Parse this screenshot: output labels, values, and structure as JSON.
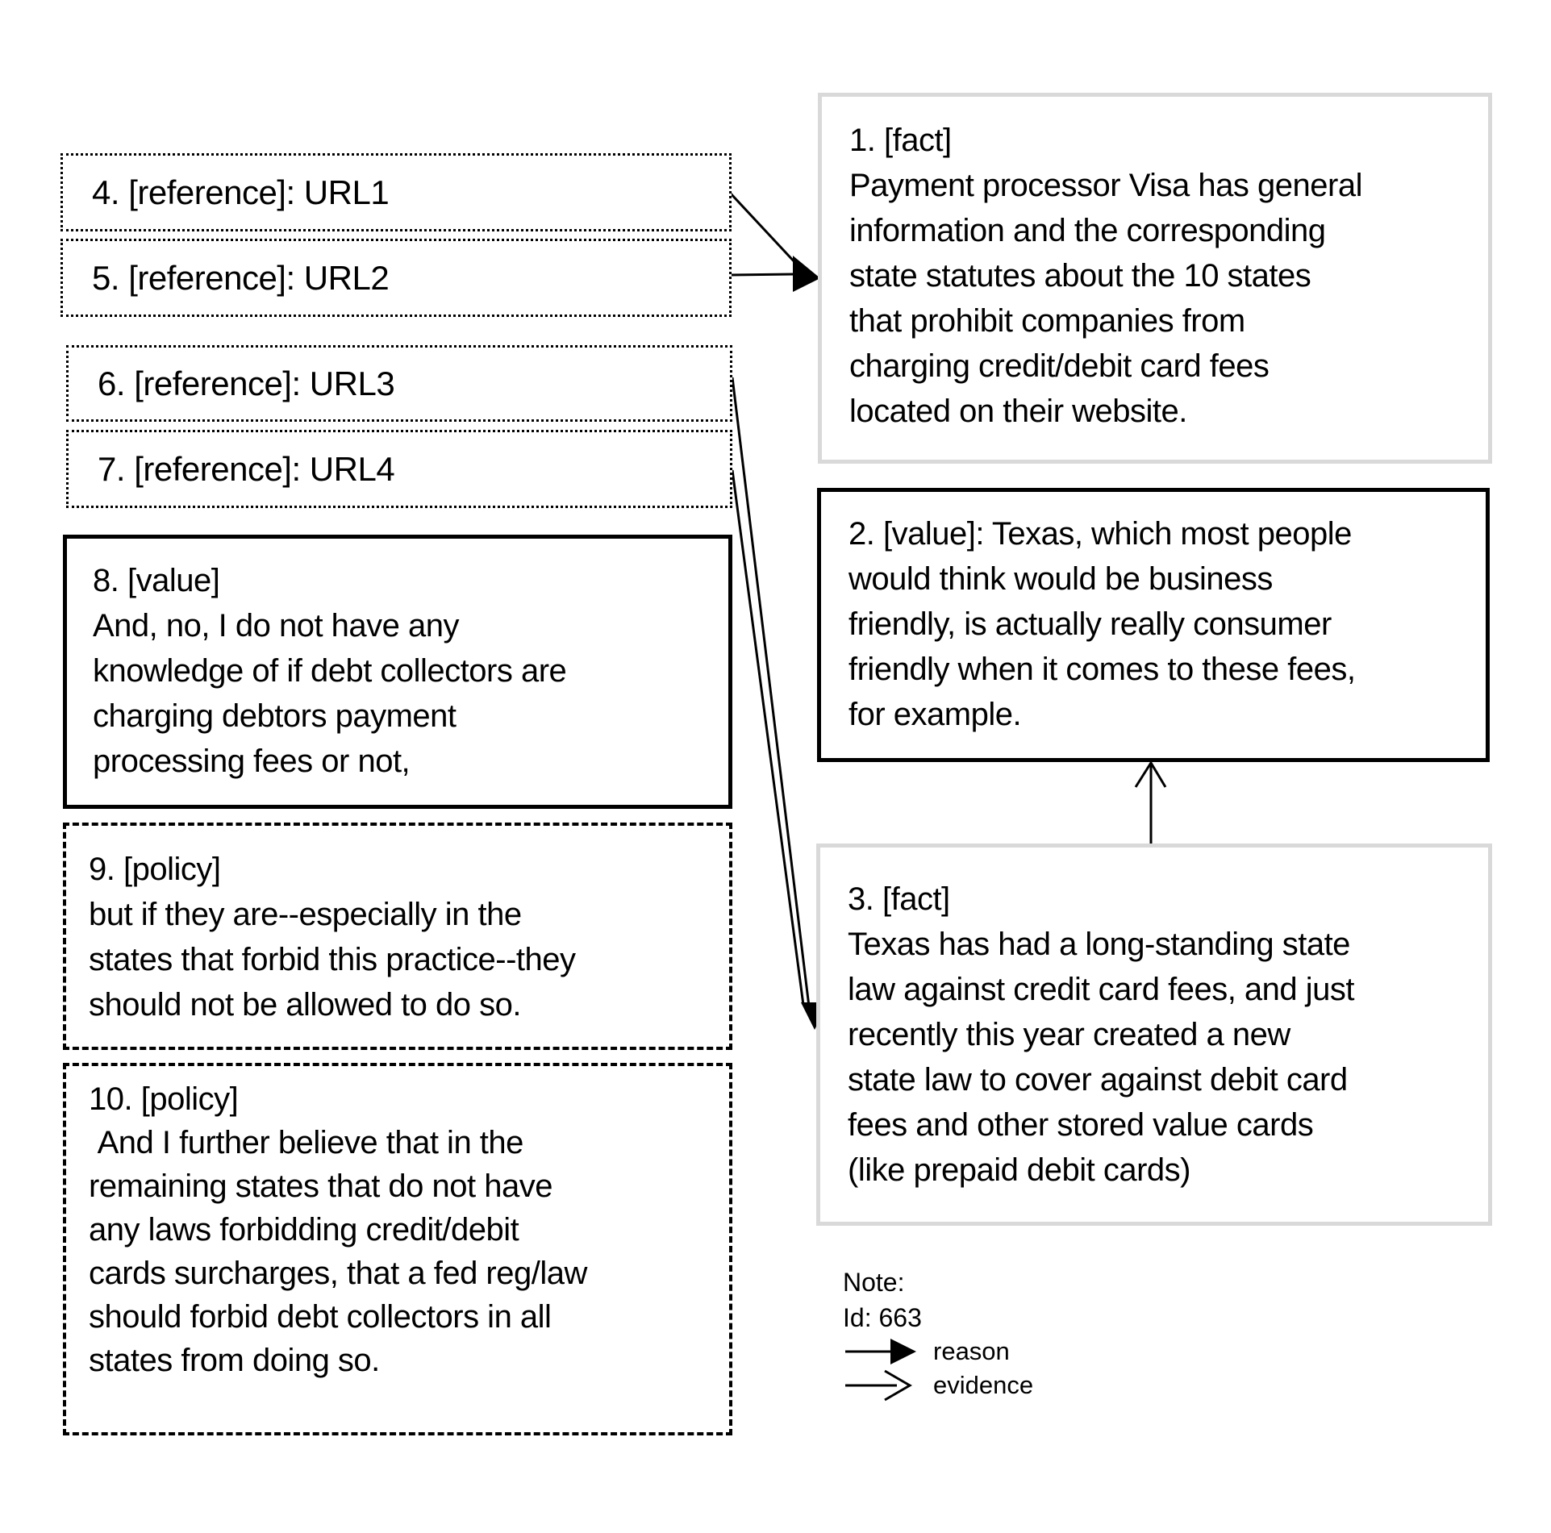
{
  "nodes": {
    "fact1": {
      "type": "fact",
      "text": "1. [fact]\nPayment processor Visa has general\ninformation and the corresponding\nstate statutes about the 10 states\nthat prohibit companies from\ncharging credit/debit card fees\nlocated on their website."
    },
    "value2": {
      "type": "value",
      "text": "2. [value]: Texas, which most people\nwould think would be business\nfriendly, is actually really consumer\nfriendly when it comes to these fees,\nfor example."
    },
    "fact3": {
      "type": "fact",
      "text": "3. [fact]\nTexas has had a long-standing state\nlaw against credit card fees, and just\nrecently this year created a new\nstate law to cover against debit card\nfees and other stored value cards\n(like prepaid debit cards)"
    },
    "ref4": {
      "type": "reference",
      "text": "4. [reference]: URL1"
    },
    "ref5": {
      "type": "reference",
      "text": "5. [reference]: URL2"
    },
    "ref6": {
      "type": "reference",
      "text": "6. [reference]: URL3"
    },
    "ref7": {
      "type": "reference",
      "text": "7. [reference]: URL4"
    },
    "value8": {
      "type": "value",
      "text": "8. [value]\nAnd, no, I do not have any\nknowledge of if debt collectors are\ncharging debtors payment\nprocessing fees or not,"
    },
    "policy9": {
      "type": "policy",
      "text": "9. [policy]\nbut if they are--especially in the\nstates that forbid this practice--they\nshould not be allowed to do so."
    },
    "policy10": {
      "type": "policy",
      "text": "10. [policy]\n And I further believe that in the\nremaining states that do not have\nany laws forbidding credit/debit\ncards surcharges, that a fed reg/law\nshould forbid debt collectors in all\nstates from doing so."
    }
  },
  "edges": [
    {
      "from": "4",
      "to": "1",
      "type": "reason"
    },
    {
      "from": "5",
      "to": "1",
      "type": "reason"
    },
    {
      "from": "6",
      "to": "3",
      "type": "reason"
    },
    {
      "from": "7",
      "to": "3",
      "type": "reason"
    },
    {
      "from": "3",
      "to": "2",
      "type": "evidence"
    }
  ],
  "legend": {
    "note": "Note:",
    "id": "Id: 663",
    "reason": "reason",
    "evidence": "evidence"
  },
  "colors": {
    "fact_border": "#d9d9d9",
    "value_border": "#000000",
    "line": "#000000",
    "background": "#ffffff"
  }
}
